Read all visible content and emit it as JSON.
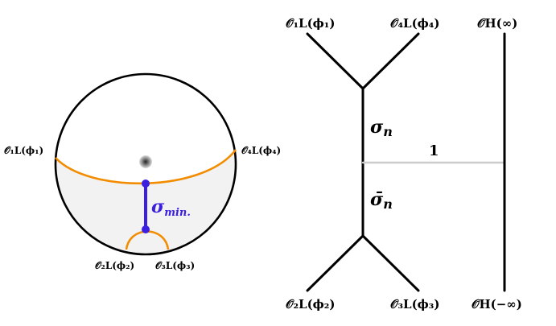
{
  "left_diagram": {
    "labels": {
      "o1": "𝒪₁L(ϕ₁)",
      "o4": "𝒪₄L(ϕ₄)",
      "o2": "𝒪₂L(ϕ₂)",
      "o3": "𝒪₃L(ϕ₃)"
    },
    "sigma_min": "σ",
    "sigma_min_sub": "min.",
    "colors": {
      "geodesic": "#f28c00",
      "sigma": "#3b1fe0",
      "region_fill": "#f2f2f2",
      "circle": "#000000"
    }
  },
  "right_diagram": {
    "labels": {
      "o1": "𝒪₁L(ϕ₁)",
      "o4": "𝒪₄L(ϕ₄)",
      "oh_top": "𝒪H(∞)",
      "o2": "𝒪₂L(ϕ₂)",
      "o3": "𝒪₃L(ϕ₃)",
      "oh_bottom": "𝒪H(−∞)"
    },
    "sigma_n": "σ",
    "sigma_n_sub": "n",
    "sigma_bar_n": "σ̄",
    "sigma_bar_n_sub": "n",
    "link_label": "1",
    "colors": {
      "lines": "#000000",
      "link": "#cccccc"
    }
  }
}
